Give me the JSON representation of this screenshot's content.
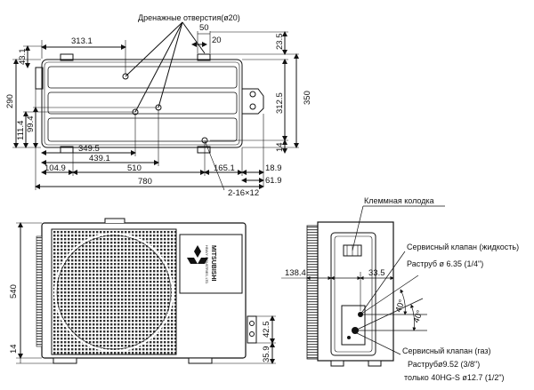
{
  "top_view": {
    "drain_holes_label": "Дренажные отверстия(ø20)",
    "dims": {
      "d313_1": "313.1",
      "d50": "50",
      "d20": "20",
      "d23_5": "23.5",
      "d43_1": "43.1",
      "d290": "290",
      "d111_4": "111.4",
      "d99_4": "99.4",
      "d350": "350",
      "d312_5": "312.5",
      "d14": "14",
      "d349_5": "349.5",
      "d439_1": "439.1",
      "d104_9": "104.9",
      "d510": "510",
      "d165_1": "165.1",
      "d18_9": "18.9",
      "d61_9": "61.9",
      "d780": "780",
      "holes": "2-16×12"
    }
  },
  "front_view": {
    "brand": "MITSUBISHI",
    "brand_sub": "HEAVY INDUSTRIES, LTD.",
    "dims": {
      "d540": "540",
      "d14": "14",
      "d42_5": "42.5",
      "d35_9": "35.9"
    }
  },
  "side_view": {
    "terminal_label": "Клеммная колодка",
    "service_valve_liquid": "Сервисный клапан (жидкость)",
    "flare_liquid": "Раструб ø 6.35 (1/4\")",
    "service_valve_gas": "Сервисный клапан (газ)",
    "flare_gas": "Раструбø9.52 (3/8\")",
    "flare_gas_only": "только 40HG-S ø12.7 (1/2\")",
    "dims": {
      "d138_4": "138.4",
      "d33_5": "33.5",
      "a40a": "40°",
      "a40b": "40°"
    }
  }
}
